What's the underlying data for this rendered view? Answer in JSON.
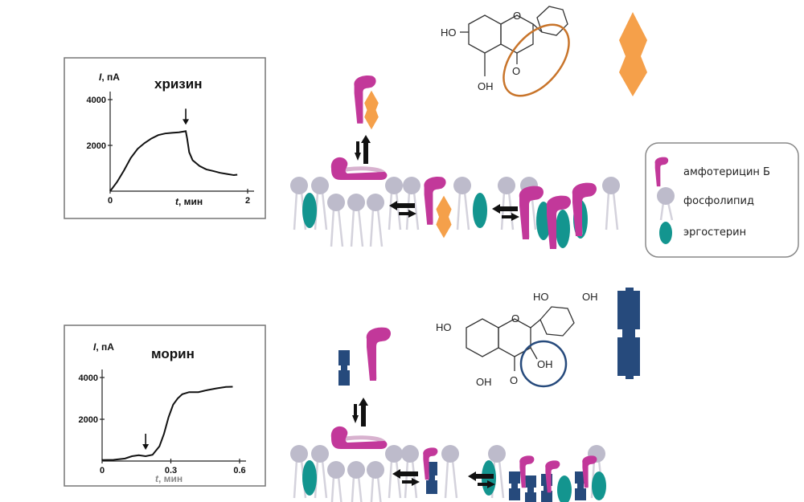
{
  "colors": {
    "amphotericin": "#c2389a",
    "amphotericin_light": "#d8b2cf",
    "phospholipid": "#bdbbcb",
    "ergosterol": "#13958f",
    "chrysin": "#f5a04a",
    "morin": "#264a7c"
  },
  "chart_data": [
    {
      "type": "line",
      "title": "хризин",
      "ylabel_italic": "I",
      "ylabel_unit": ", пА",
      "xlabel_italic": "t",
      "xlabel_unit": ", мин",
      "xlim": [
        0,
        2
      ],
      "ylim": [
        0,
        4000
      ],
      "xticks": [
        "0",
        "2"
      ],
      "yticks": [
        "2000",
        "4000"
      ],
      "arrow_at_x": 1.1,
      "series": [
        {
          "name": "хризин",
          "x": [
            0,
            0.05,
            0.1,
            0.2,
            0.3,
            0.4,
            0.5,
            0.6,
            0.7,
            0.8,
            0.9,
            1.0,
            1.1,
            1.12,
            1.15,
            1.2,
            1.3,
            1.4,
            1.5,
            1.6,
            1.7,
            1.8,
            1.85
          ],
          "y": [
            0,
            200,
            400,
            900,
            1450,
            1850,
            2100,
            2300,
            2450,
            2520,
            2550,
            2570,
            2620,
            2300,
            1700,
            1350,
            1100,
            950,
            880,
            800,
            750,
            700,
            720
          ]
        }
      ]
    },
    {
      "type": "line",
      "title": "морин",
      "ylabel_italic": "I",
      "ylabel_unit": ", пА",
      "xlabel_italic": "t",
      "xlabel_unit": ", мин",
      "xlim": [
        0,
        0.6
      ],
      "ylim": [
        0,
        4000
      ],
      "xticks": [
        "0",
        "0.3",
        "0.6"
      ],
      "yticks": [
        "2000",
        "4000"
      ],
      "arrow_at_x": 0.19,
      "series": [
        {
          "name": "морин",
          "x": [
            0,
            0.05,
            0.1,
            0.13,
            0.16,
            0.19,
            0.22,
            0.25,
            0.27,
            0.29,
            0.31,
            0.33,
            0.35,
            0.38,
            0.42,
            0.46,
            0.5,
            0.54,
            0.57
          ],
          "y": [
            50,
            60,
            120,
            230,
            280,
            230,
            300,
            700,
            1300,
            2100,
            2700,
            3000,
            3200,
            3300,
            3300,
            3400,
            3480,
            3550,
            3560
          ]
        }
      ]
    }
  ],
  "molecules": {
    "chrysin": {
      "ho": "HO",
      "oh": "OH",
      "o_ring": "O",
      "o_keto": "O"
    },
    "morin": {
      "ho_left": "HO",
      "ho_top": "HO",
      "oh_right": "OH",
      "oh_bottom": "OH",
      "oh_circled": "OH",
      "o_ring": "O",
      "o_keto": "O"
    }
  },
  "legend": {
    "items": [
      {
        "label": "амфотерицин Б"
      },
      {
        "label": "фосфолипид"
      },
      {
        "label": "эргостерин"
      }
    ]
  }
}
